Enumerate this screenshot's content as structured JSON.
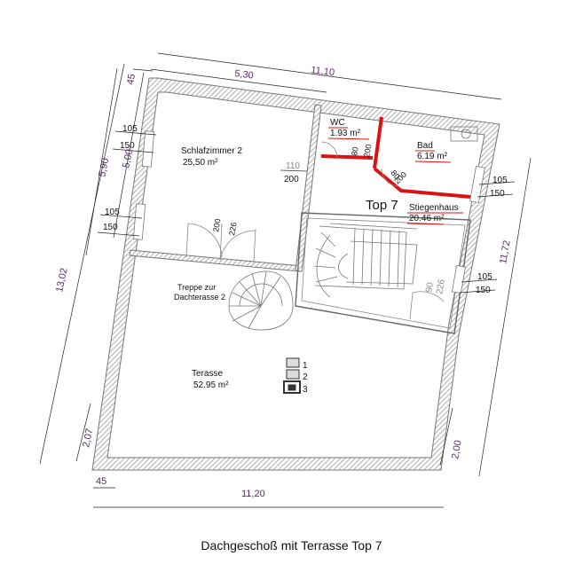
{
  "caption": "Dachgeschoß mit Terrasse Top 7",
  "unit_label": "Top 7",
  "rooms": {
    "schlafzimmer": {
      "name": "Schlafzimmer 2",
      "area": "25,50 m²"
    },
    "wc": {
      "name": "WC",
      "area": "1.93 m²"
    },
    "bad": {
      "name": "Bad",
      "area": "6.19 m²"
    },
    "stiegenhaus": {
      "name": "Stiegenhaus",
      "area": "20.46 m²"
    },
    "treppe": {
      "line1": "Treppe zur",
      "line2": "Dachterasse 2"
    },
    "terasse": {
      "name": "Terasse",
      "area": "52.95 m²"
    }
  },
  "dimensions": {
    "top_total": "11,10",
    "top_partial": "5,30",
    "top_corner": "45",
    "bottom_total": "11,20",
    "bottom_corner": "45",
    "left_total": "13,02",
    "left_upper": "5,90",
    "left_inner": "5,00",
    "left_lower": "2,07",
    "right_total": "11,72",
    "right_lower": "2,00",
    "window_upper_h": "105",
    "window_upper_w": "150",
    "window_lower_h": "105",
    "window_lower_w": "150",
    "right_window1_h": "105",
    "right_window1_w": "150",
    "right_window2_h": "105",
    "right_window2_w": "150"
  },
  "door_labels": {
    "bedroom_door_w": "110",
    "bedroom_door_h": "200",
    "terrace_door_w": "200",
    "terrace_door_h": "226",
    "wc_door_w": "80",
    "wc_door_h": "200",
    "bad_door_w": "80",
    "bad_door_h": "200",
    "stair_door_w": "90",
    "stair_door_h": "226"
  },
  "markers": [
    "1",
    "2",
    "3"
  ],
  "colors": {
    "wall": "#888888",
    "highlight": "#dd1111",
    "dimension": "#5a2a6a"
  }
}
